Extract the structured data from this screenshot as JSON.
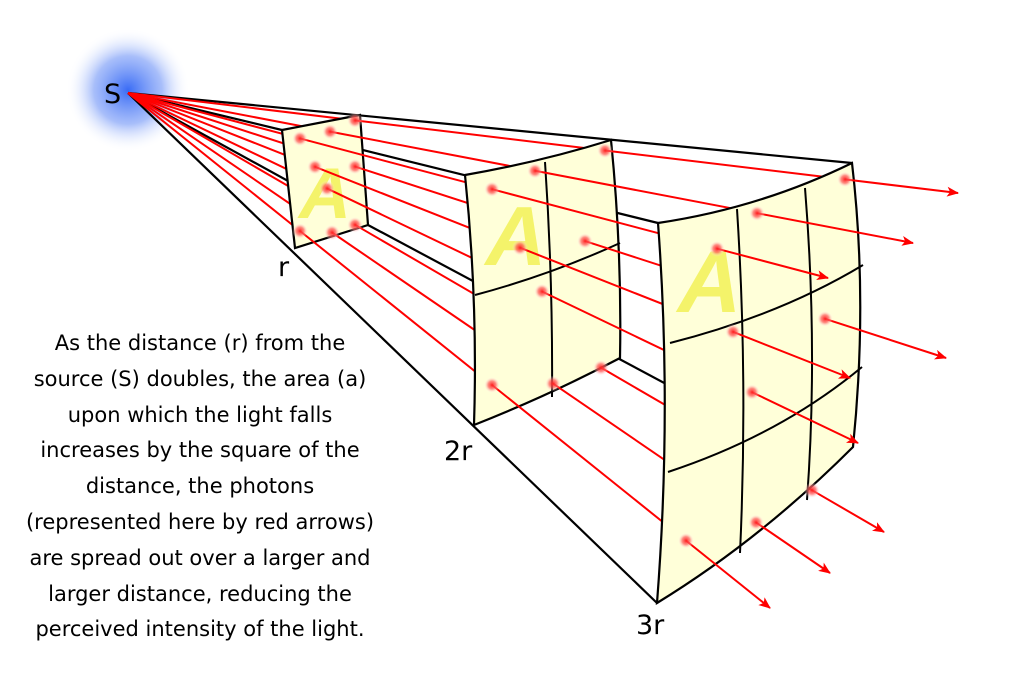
{
  "labels": {
    "source": "S",
    "r1": "r",
    "r2": "2r",
    "r3": "3r",
    "area_letter": "A"
  },
  "caption_lines": [
    "As the distance (r) from the",
    "source (S) doubles, the area (a)",
    "upon which the light falls",
    "increases by the square of the",
    "distance, the photons",
    "(represented here by red arrows)",
    "are spread out over a larger and",
    "larger distance, reducing the",
    "perceived intensity of the light."
  ],
  "colors": {
    "ray": "#ff0000",
    "panel": "#ffffd9",
    "glow": "#3a6cf5",
    "letter": "#f4f36a"
  }
}
